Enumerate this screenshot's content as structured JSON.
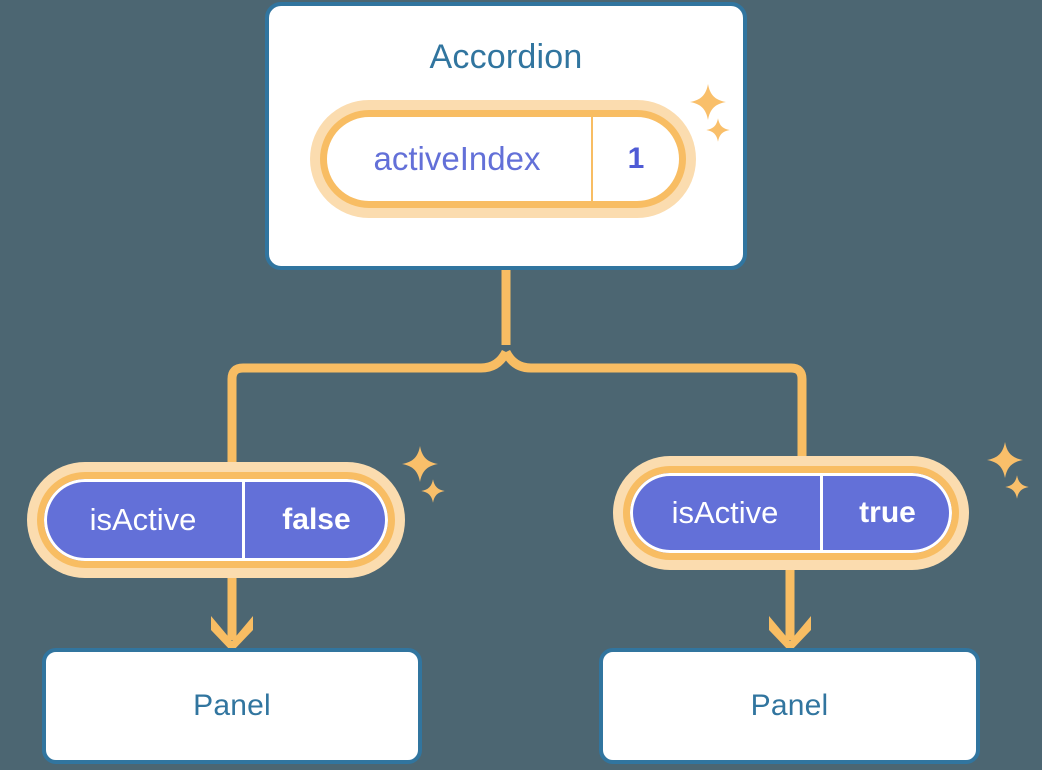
{
  "theme": {
    "background": "#4c6672",
    "card_border": "#31759f",
    "card_text": "#31759f",
    "card_fill": "#ffffff",
    "pill_border": "#f8bd63",
    "pill_glow": "#fbdcaf",
    "pill_purple_fill": "#6370d8",
    "pill_white_fill": "#ffffff",
    "pill_key_purple_text": "#6370d8",
    "pill_value_text": "#4f5bd5",
    "connector": "#f8bd63",
    "sparkle": "#f9bf6a"
  },
  "diagram": {
    "type": "component-state-tree",
    "root": {
      "title": "Accordion",
      "state": {
        "key": "activeIndex",
        "value": "1"
      }
    },
    "children": [
      {
        "state": {
          "key": "isActive",
          "value": "false"
        },
        "component": {
          "title": "Panel"
        }
      },
      {
        "state": {
          "key": "isActive",
          "value": "true"
        },
        "component": {
          "title": "Panel"
        }
      }
    ],
    "icons": {
      "sparkle": "sparkle-icon",
      "arrow_down": "arrow-down-icon",
      "branch": "branch-connector"
    }
  }
}
